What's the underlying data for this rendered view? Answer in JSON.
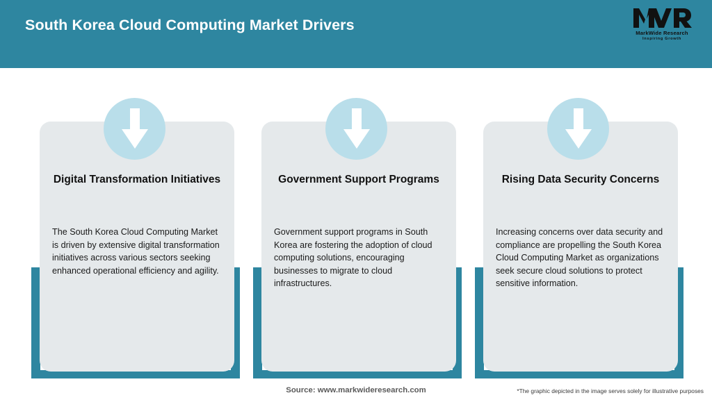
{
  "header": {
    "title": "South Korea Cloud Computing Market Drivers",
    "background_color": "#2E86A0",
    "title_color": "#FFFFFF"
  },
  "logo": {
    "mark": "MWR",
    "name": "MarkWide Research",
    "tagline": "Inspiring Growth"
  },
  "cards": [
    {
      "icon": "arrow-down-icon",
      "title": "Digital Transformation Initiatives",
      "body": "The South Korea Cloud Computing Market is driven by extensive digital transformation initiatives across various sectors seeking enhanced operational efficiency and agility."
    },
    {
      "icon": "arrow-down-icon",
      "title": "Government Support Programs",
      "body": "Government support programs in South Korea are fostering the adoption of cloud computing solutions, encouraging businesses to migrate to cloud infrastructures."
    },
    {
      "icon": "arrow-down-icon",
      "title": "Rising Data Security Concerns",
      "body": "Increasing concerns over data security and compliance are propelling the South Korea Cloud Computing Market as organizations seek secure cloud solutions to protect sensitive information."
    }
  ],
  "footer": {
    "source": "Source: www.markwideresearch.com",
    "disclaimer": "*The graphic depicted in the image serves solely for illustrative purposes"
  },
  "colors": {
    "teal": "#2E86A0",
    "card_background": "#E5E9EB",
    "icon_circle": "#B9DEEA",
    "arrow": "#FFFFFF",
    "page_background": "#FFFFFF"
  }
}
